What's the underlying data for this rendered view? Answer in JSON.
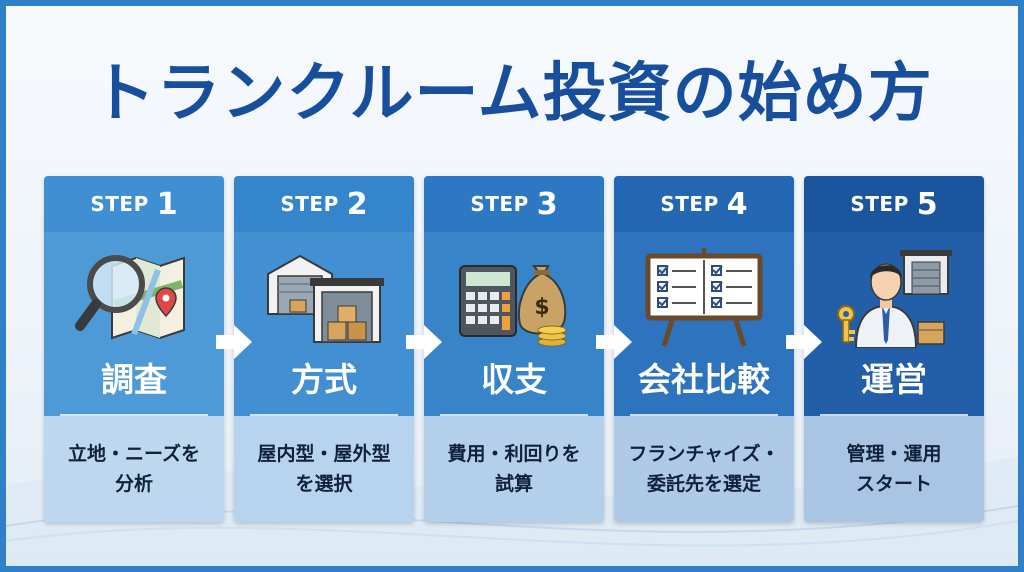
{
  "title": "トランクルーム投資の始め方",
  "step_word": "STEP",
  "steps": [
    {
      "num": "1",
      "label": "調査",
      "desc_line1": "立地・ニーズを",
      "desc_line2": "分析",
      "icon": "map-magnifier-icon",
      "colors": {
        "head": "#3f8fd2",
        "body": "#4d9ad7",
        "desc": "#bdd7ef"
      }
    },
    {
      "num": "2",
      "label": "方式",
      "desc_line1": "屋内型・屋外型",
      "desc_line2": "を選択",
      "icon": "warehouse-icon",
      "colors": {
        "head": "#3585cc",
        "body": "#4290d2",
        "desc": "#b8d3ed"
      }
    },
    {
      "num": "3",
      "label": "収支",
      "desc_line1": "費用・利回りを",
      "desc_line2": "試算",
      "icon": "calculator-money-icon",
      "colors": {
        "head": "#2c78c2",
        "body": "#3784c9",
        "desc": "#b4cfea"
      }
    },
    {
      "num": "4",
      "label": "会社比較",
      "desc_line1": "フランチャイズ・",
      "desc_line2": "委託先を選定",
      "icon": "checklist-board-icon",
      "colors": {
        "head": "#2468b4",
        "body": "#2d73bd",
        "desc": "#afcae7"
      }
    },
    {
      "num": "5",
      "label": "運営",
      "desc_line1": "管理・運用",
      "desc_line2": "スタート",
      "icon": "manager-key-icon",
      "colors": {
        "head": "#1b559e",
        "body": "#235fa8",
        "desc": "#aac5e3"
      }
    }
  ],
  "colors": {
    "title": "#174f9c",
    "border": "#2f7fc9"
  }
}
